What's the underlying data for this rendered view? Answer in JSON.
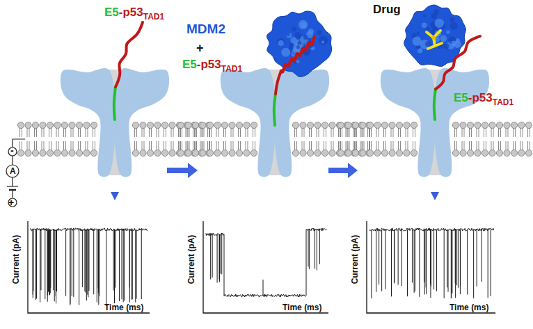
{
  "diagram": {
    "labels": [
      "A",
      "-",
      "+",
      "E5",
      "-p53",
      "TAD1",
      "MDM2",
      "+",
      "E5",
      "-p53",
      "TAD1",
      "Drug",
      "E5",
      "-p53",
      "TAD1",
      "Current (pA)",
      "Time (ms)",
      "Current (pA)",
      "Time (ms)",
      "Current (pA)",
      "Time (ms)"
    ]
  }
}
